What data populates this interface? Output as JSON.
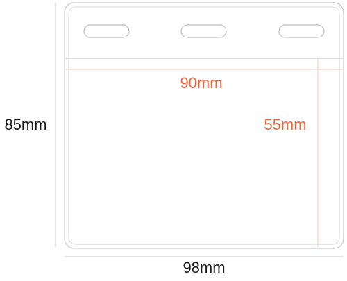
{
  "dimensions": {
    "height_outer": "85mm",
    "width_outer": "98mm",
    "width_inner": "90mm",
    "height_inner": "55mm"
  },
  "colors": {
    "outline": "#c8c8c8",
    "guide_line": "#f5c9bb",
    "accent_text": "#f0643c",
    "label_text": "#1a1a1a"
  },
  "slots": {
    "count": 3
  }
}
